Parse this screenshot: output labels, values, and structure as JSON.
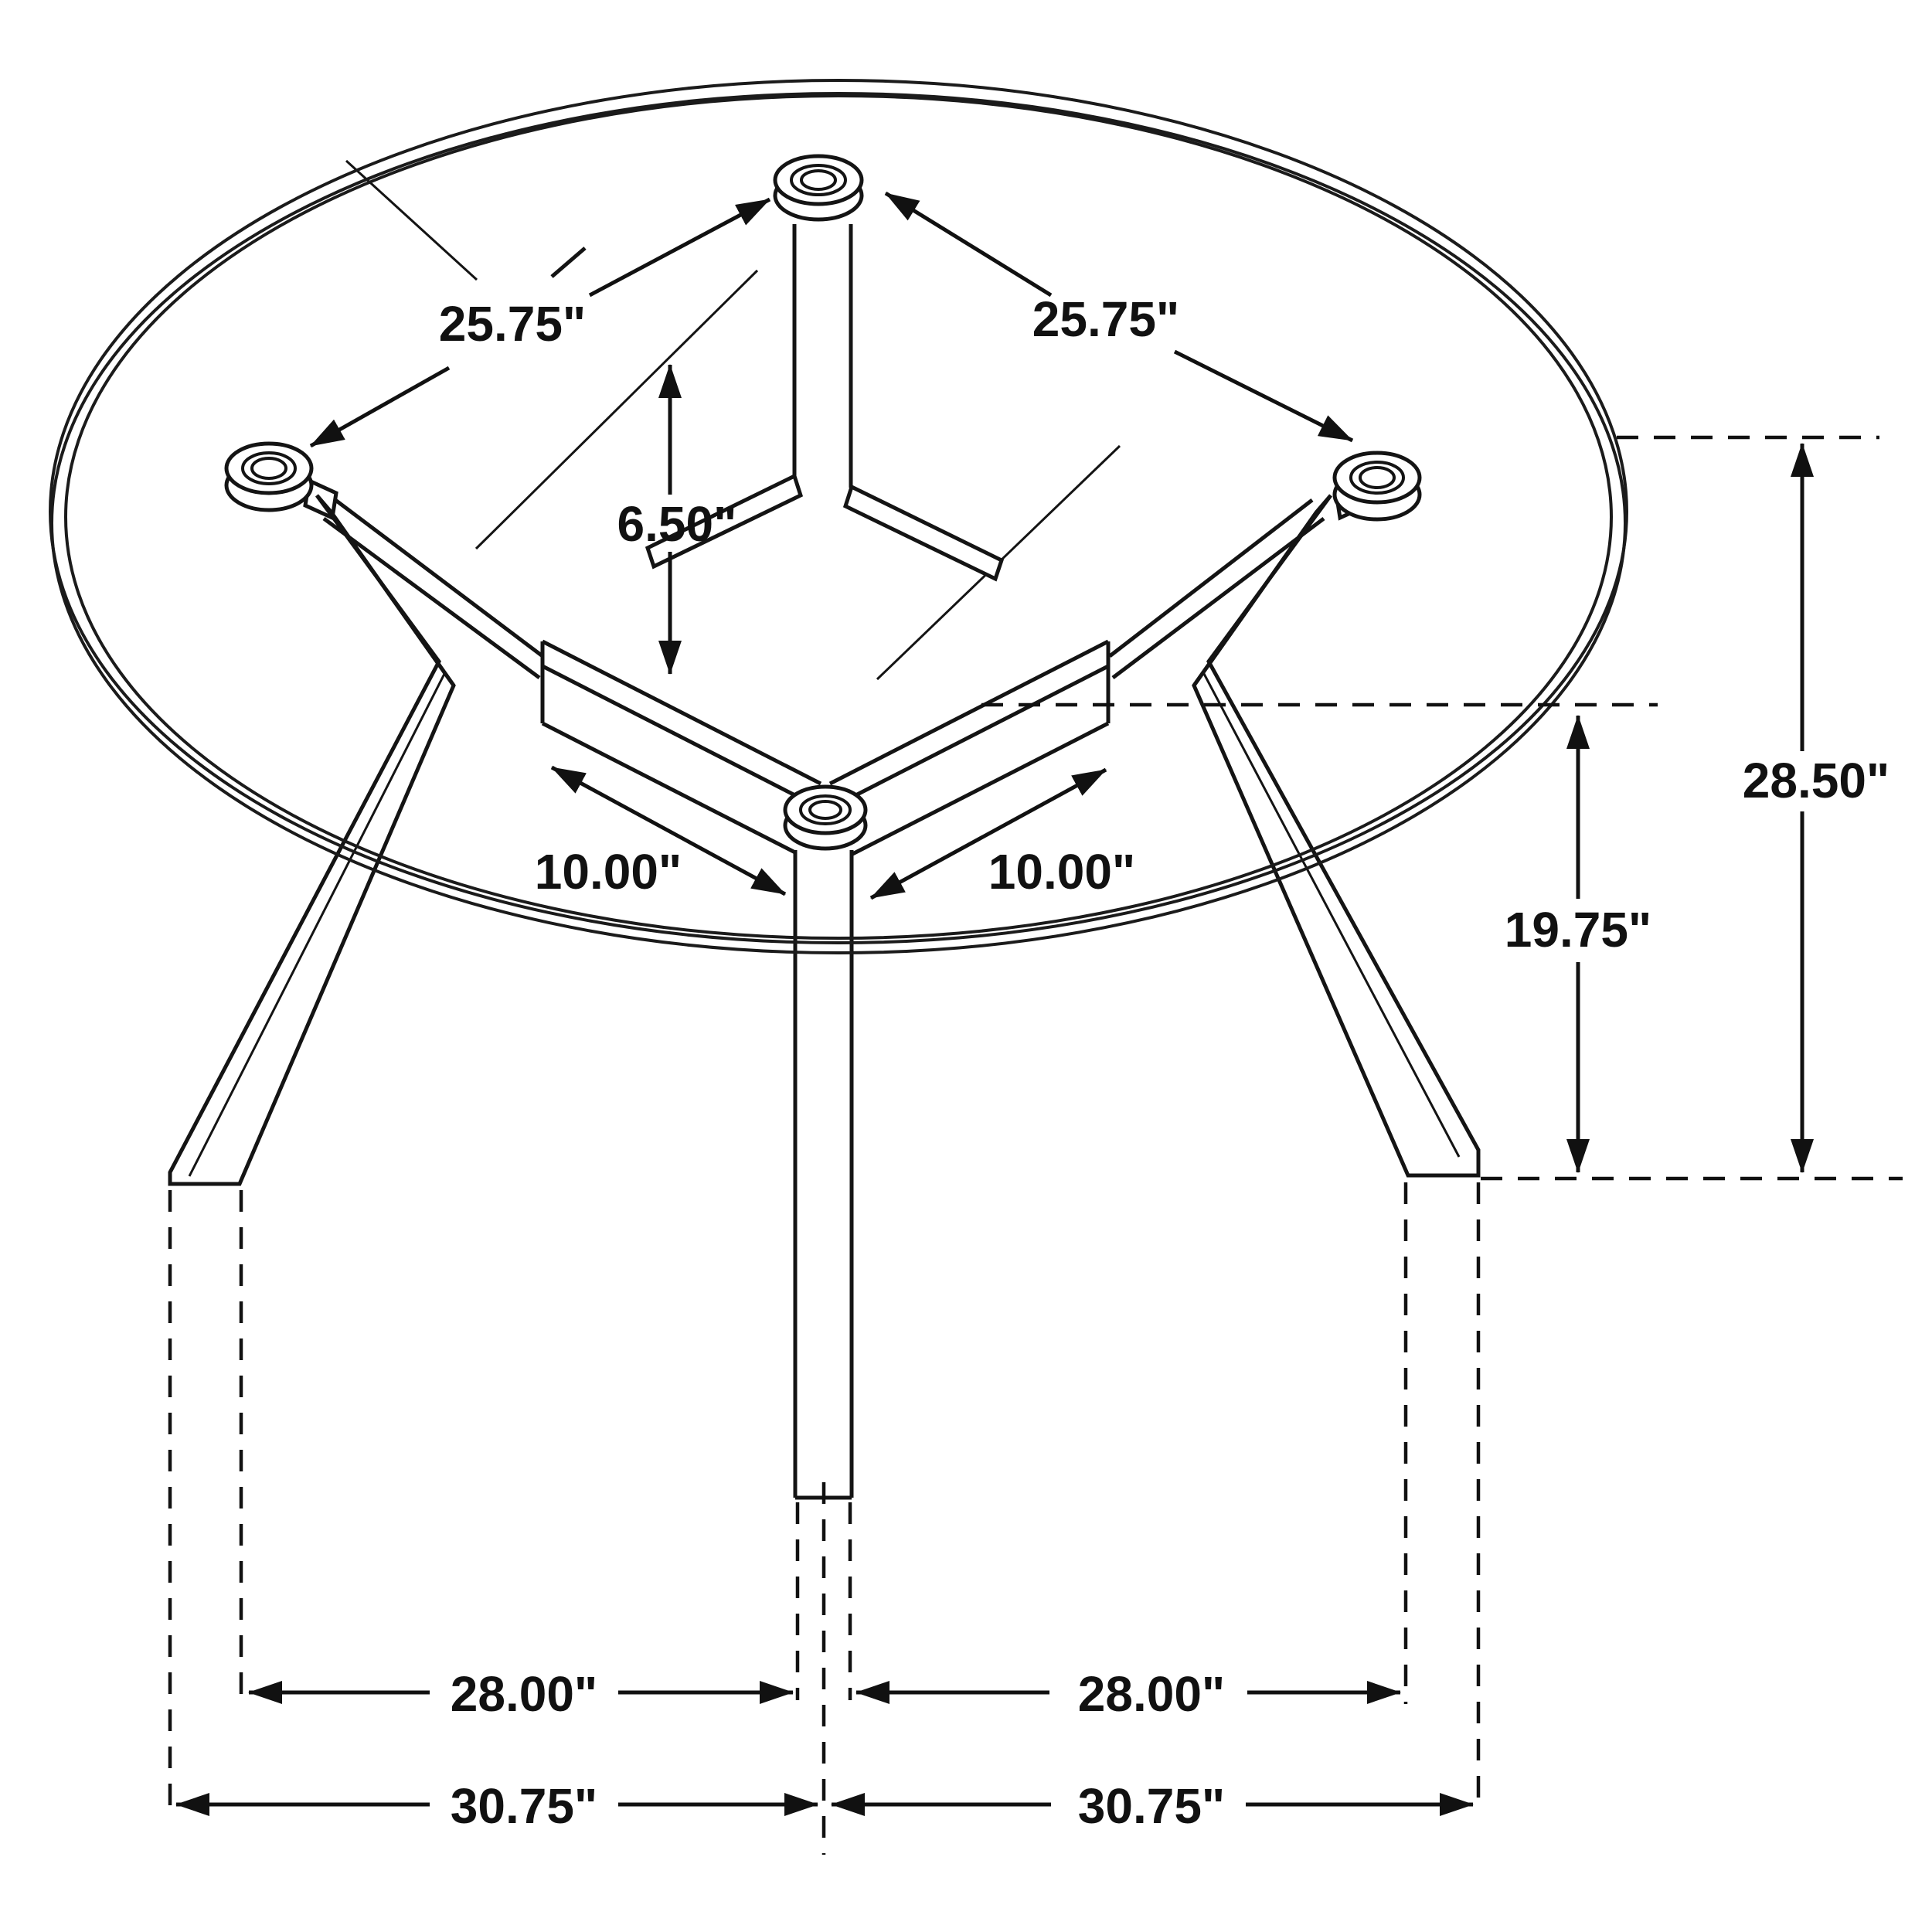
{
  "diagram": {
    "type": "furniture-dimension-drawing",
    "subject": "Round glass-top dining table with three splayed wood legs and Y-shaped stretcher base",
    "view": "top three-quarter line drawing with dashed extension lines and dimension arrows",
    "units": "inches",
    "background_color": "#ffffff",
    "line_color": "#141414",
    "labels": {
      "pad_spacing_left": "25.75\"",
      "pad_spacing_right": "25.75\"",
      "hub_height": "6.50\"",
      "hub_to_leg_left": "10.00\"",
      "hub_to_leg_right": "10.00\"",
      "table_height": "28.50\"",
      "underside_height": "19.75\"",
      "leg_span_inner_left": "28.00\"",
      "leg_span_inner_right": "28.00\"",
      "leg_span_outer_left": "30.75\"",
      "leg_span_outer_right": "30.75\""
    }
  }
}
